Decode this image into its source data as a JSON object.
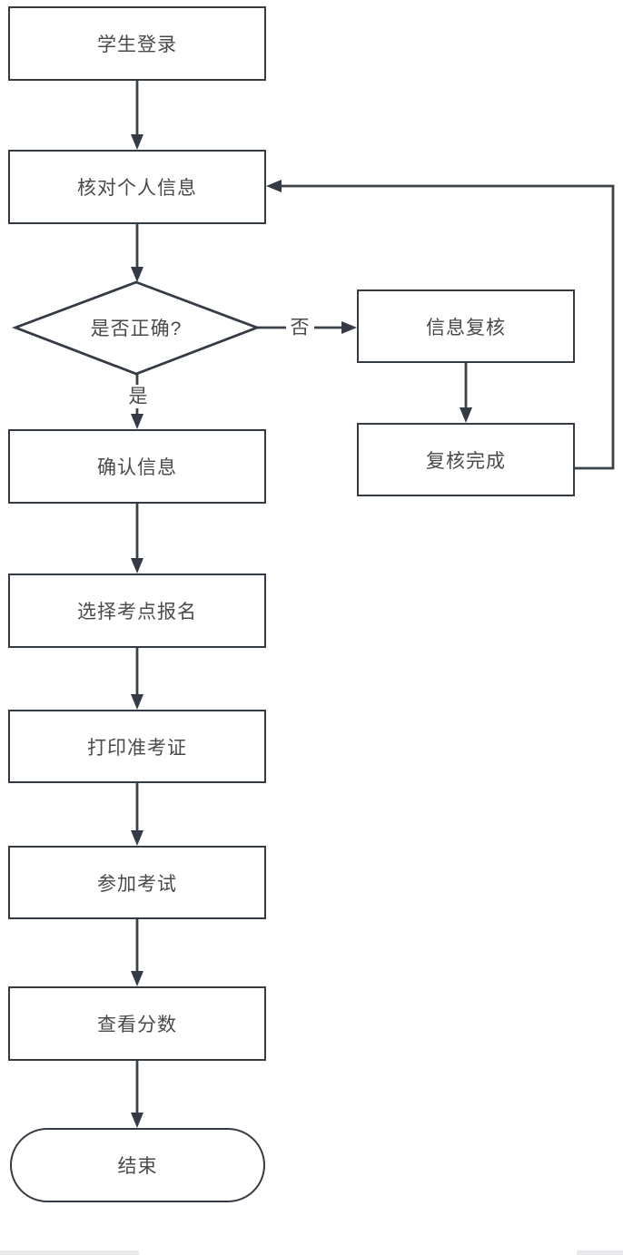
{
  "flowchart": {
    "title": "exam-registration-flow",
    "colors": {
      "stroke": "#353b44",
      "node_fill": "#ffffff",
      "text": "#4a4a4a",
      "background": "#ffffff"
    },
    "nodes": [
      {
        "id": "student-login",
        "type": "process",
        "label": "学生登录"
      },
      {
        "id": "verify-info",
        "type": "process",
        "label": "核对个人信息"
      },
      {
        "id": "is-correct",
        "type": "decision",
        "label": "是否正确?"
      },
      {
        "id": "info-recheck",
        "type": "process",
        "label": "信息复核"
      },
      {
        "id": "recheck-done",
        "type": "process",
        "label": "复核完成"
      },
      {
        "id": "confirm-info",
        "type": "process",
        "label": "确认信息"
      },
      {
        "id": "select-site",
        "type": "process",
        "label": "选择考点报名"
      },
      {
        "id": "print-ticket",
        "type": "process",
        "label": "打印准考证"
      },
      {
        "id": "take-exam",
        "type": "process",
        "label": "参加考试"
      },
      {
        "id": "view-score",
        "type": "process",
        "label": "查看分数"
      },
      {
        "id": "end",
        "type": "terminator",
        "label": "结束"
      }
    ],
    "edges": [
      {
        "from": "student-login",
        "to": "verify-info",
        "label": ""
      },
      {
        "from": "verify-info",
        "to": "is-correct",
        "label": ""
      },
      {
        "from": "is-correct",
        "to": "info-recheck",
        "label": "否"
      },
      {
        "from": "is-correct",
        "to": "confirm-info",
        "label": "是"
      },
      {
        "from": "info-recheck",
        "to": "recheck-done",
        "label": ""
      },
      {
        "from": "recheck-done",
        "to": "verify-info",
        "label": ""
      },
      {
        "from": "confirm-info",
        "to": "select-site",
        "label": ""
      },
      {
        "from": "select-site",
        "to": "print-ticket",
        "label": ""
      },
      {
        "from": "print-ticket",
        "to": "take-exam",
        "label": ""
      },
      {
        "from": "take-exam",
        "to": "view-score",
        "label": ""
      },
      {
        "from": "view-score",
        "to": "end",
        "label": ""
      }
    ]
  }
}
